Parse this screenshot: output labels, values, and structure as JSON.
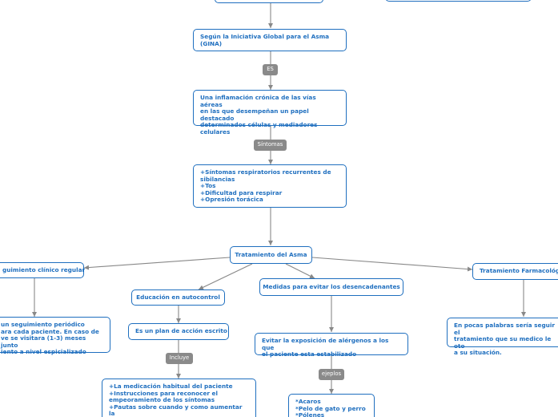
{
  "nodes": {
    "gina": "Según la Iniciativa Global para el Asma\n(GINA)",
    "inflammation": "Una inflamación crónica de las vías aéreas\nen las que desempeñan un papel destacado\ndeterminados células y mediadores\ncelulares",
    "symptoms_list": "+Síntomas respiratorios recurrentes de\nsibilancias\n+Tos\n+Dificultad para respirar\n+Opresión torácica",
    "treatment": "Tratamiento del Asma",
    "clinical_followup": "guimiento clínico regular",
    "followup_detail": " un seguimiento periódico\nara cada paciente. En caso de\nve se visitara (1-3) meses junto\niento a nivel espicializado",
    "education": "Educación en autocontrol",
    "action_plan": "Es un plan de acción escrito",
    "action_plan_list": "+La medicación habitual del paciente\n+Instrucciones para reconocer el\nempeoramiento de los síntomas\n+Pautas sobre cuando y como aumentar la\nmedicación",
    "triggers": "Medidas para evitar los desencadenantes",
    "allergens": "Evitar la exposición de alérgenos a los que\nel paciente esta estabilizado",
    "allergen_examples": "*Acaros\n*Pelo de gato y perro\n*Pólenes",
    "pharmacological": "Tratamiento Farmacológico",
    "pharma_detail": "En pocas palabras sería seguir el\ntratamiento que su medico le oto\na su situación."
  },
  "tags": {
    "es": "ES",
    "sintomas": "Síntomas",
    "incluye": "Incluye",
    "ejeplos": "ejeplos"
  },
  "colors": {
    "node_border": "#1f6fbf",
    "node_text": "#1f6fbf",
    "tag_bg": "#8a8a8a",
    "connector": "#888888"
  }
}
